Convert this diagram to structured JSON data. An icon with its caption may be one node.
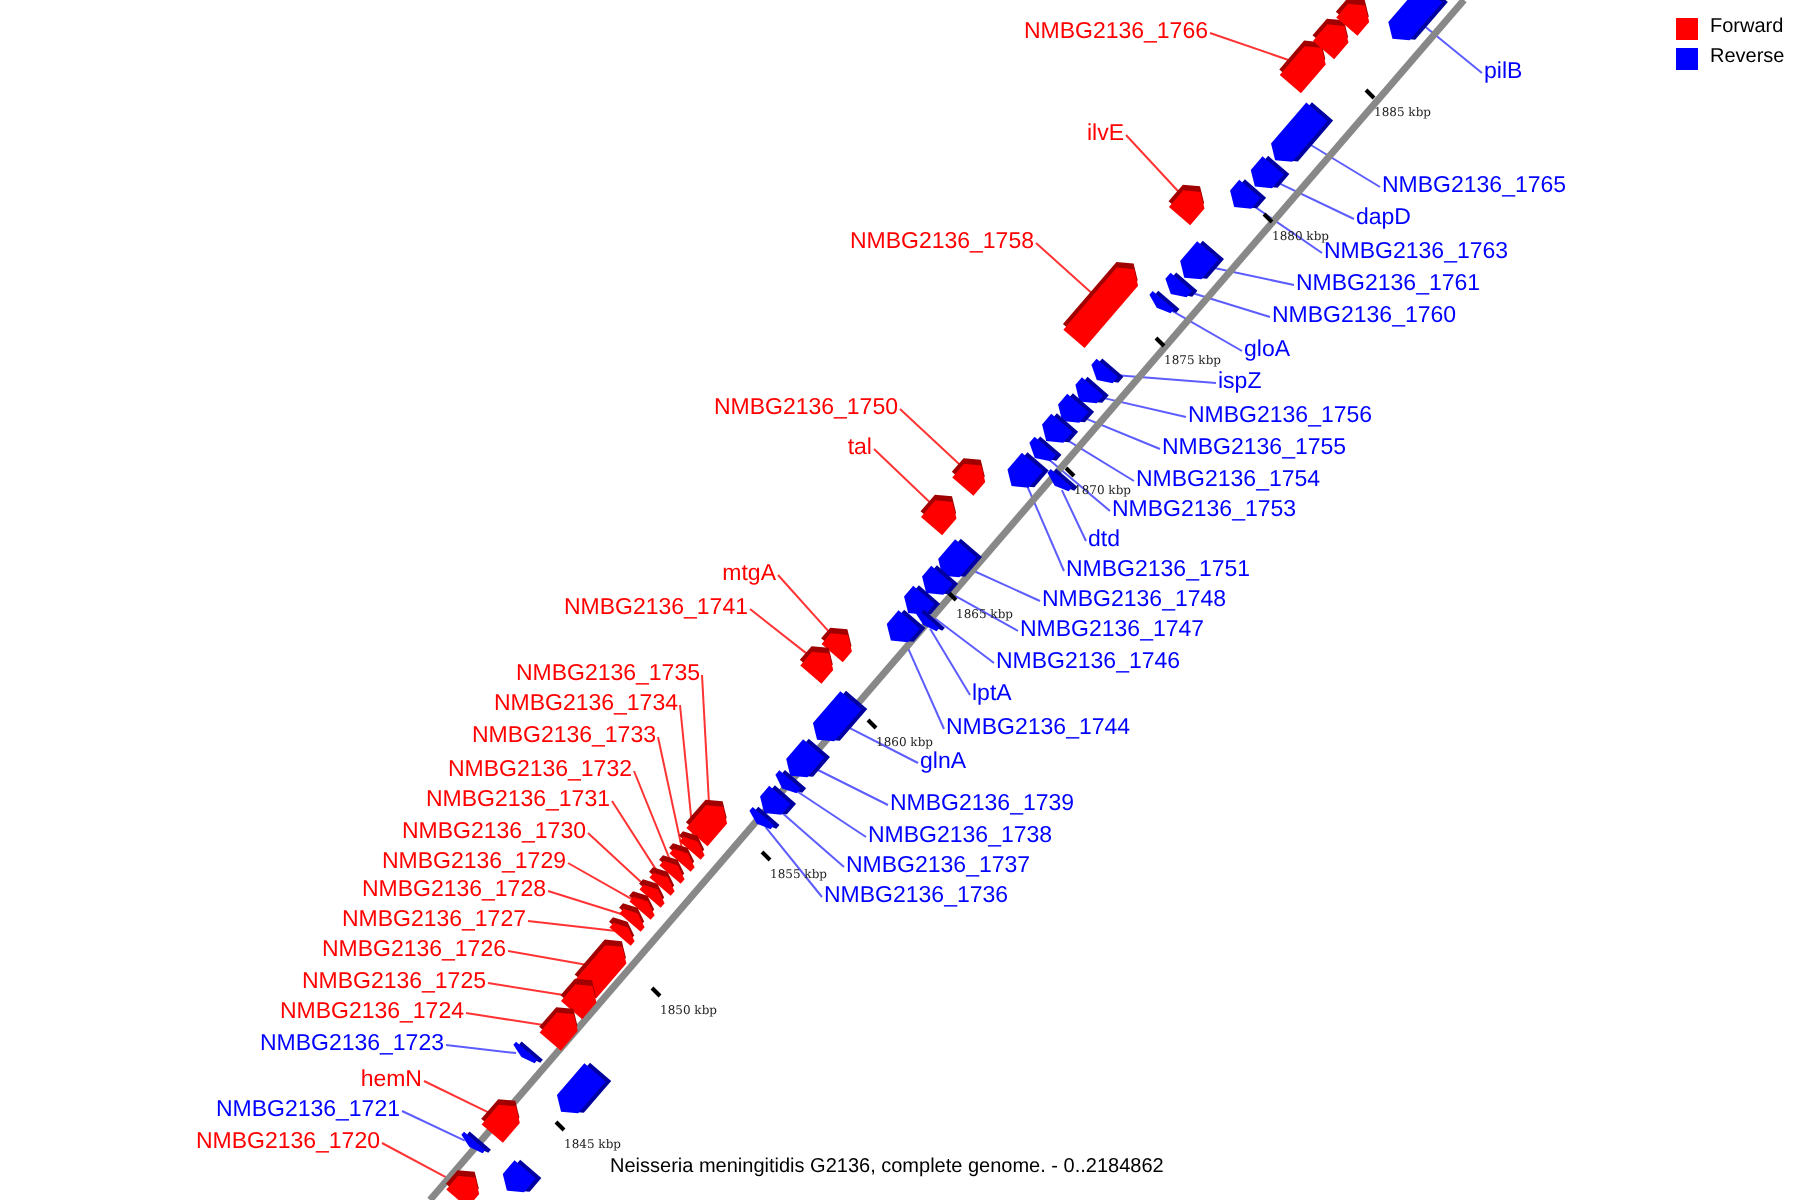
{
  "diagram": {
    "caption": "Neisseria meningitidis G2136, complete genome. - 0..2184862",
    "nodes": [
      {
        "text": [
          "pilB"
        ]
      },
      {
        "text": [],
        "shape": "pentagon"
      },
      {
        "text": [
          "NMBG2136_1766"
        ]
      },
      {
        "text": [],
        "shape": "pentagon"
      },
      {
        "text": [],
        "shape": "pentagon"
      },
      {
        "text": [],
        "shape": "pentagon"
      },
      {
        "text": [
          "ilvE"
        ]
      },
      {
        "text": [],
        "shape": "pentagon"
      },
      {
        "text": [
          "NMBG2136_1765"
        ]
      },
      {
        "text": [],
        "shape": "pentagon"
      },
      {
        "text": [
          "dapD"
        ]
      },
      {
        "text": [],
        "shape": "pentagon"
      },
      {
        "text": [
          "NMBG2136_1763"
        ]
      },
      {
        "text": [],
        "shape": "pentagon"
      },
      {
        "text": [
          "NMBG2136_1758"
        ]
      },
      {
        "text": [],
        "shape": "pentagon"
      },
      {
        "text": [
          "NMBG2136_1761"
        ]
      },
      {
        "text": [],
        "shape": "pentagon"
      },
      {
        "text": [
          "NMBG2136_1760"
        ]
      },
      {
        "text": [],
        "shape": "pentagon"
      },
      {
        "text": [
          "gloA"
        ]
      },
      {
        "text": [],
        "shape": "pentagon"
      },
      {
        "text": [
          "ispZ"
        ]
      },
      {
        "text": [],
        "shape": "pentagon"
      },
      {
        "text": [
          "NMBG2136_1756"
        ]
      },
      {
        "text": [],
        "shape": "pentagon"
      },
      {
        "text": [
          "NMBG2136_1755"
        ]
      },
      {
        "text": [],
        "shape": "pentagon"
      },
      {
        "text": [
          "NMBG2136_1754"
        ]
      },
      {
        "text": [],
        "shape": "pentagon"
      },
      {
        "text": [
          "NMBG2136_1753"
        ]
      },
      {
        "text": [],
        "shape": "pentagon"
      },
      {
        "text": [
          "NMBG2136_1750"
        ]
      },
      {
        "text": [],
        "shape": "pentagon"
      },
      {
        "text": [
          "tal"
        ]
      },
      {
        "text": [],
        "shape": "pentagon"
      },
      {
        "text": [
          "dtd"
        ]
      },
      {
        "text": [],
        "shape": "pentagon"
      },
      {
        "text": [
          "NMBG2136_1751"
        ]
      },
      {
        "text": [],
        "shape": "pentagon"
      },
      {
        "text": [
          "mtgA"
        ]
      },
      {
        "text": [],
        "shape": "pentagon"
      },
      {
        "text": [
          "NMBG2136_1741"
        ]
      },
      {
        "text": [],
        "shape": "pentagon"
      },
      {
        "text": [
          "NMBG2136_1748"
        ]
      },
      {
        "text": [],
        "shape": "pentagon"
      },
      {
        "text": [
          "NMBG2136_1747"
        ]
      },
      {
        "text": [],
        "shape": "pentagon"
      },
      {
        "text": [
          "NMBG2136_1746"
        ]
      },
      {
        "text": [],
        "shape": "pentagon"
      },
      {
        "text": [
          "lptA"
        ]
      },
      {
        "text": [],
        "shape": "pentagon"
      },
      {
        "text": [
          "NMBG2136_1744"
        ]
      },
      {
        "text": [],
        "shape": "pentagon"
      },
      {
        "text": [
          "NMBG2136_1735"
        ]
      },
      {
        "text": [],
        "shape": "pentagon"
      },
      {
        "text": [
          "NMBG2136_1734"
        ]
      },
      {
        "text": [],
        "shape": "pentagon"
      },
      {
        "text": [
          "NMBG2136_1733"
        ]
      },
      {
        "text": [],
        "shape": "pentagon"
      },
      {
        "text": [
          "NMBG2136_1732"
        ]
      },
      {
        "text": [],
        "shape": "pentagon"
      },
      {
        "text": [
          "NMBG2136_1731"
        ]
      },
      {
        "text": [],
        "shape": "pentagon"
      },
      {
        "text": [
          "NMBG2136_1730"
        ]
      },
      {
        "text": [],
        "shape": "pentagon"
      },
      {
        "text": [
          "NMBG2136_1729"
        ]
      },
      {
        "text": [],
        "shape": "pentagon"
      },
      {
        "text": [
          "NMBG2136_1728"
        ]
      },
      {
        "text": [],
        "shape": "pentagon"
      },
      {
        "text": [
          "NMBG2136_1727"
        ]
      },
      {
        "text": [],
        "shape": "pentagon"
      },
      {
        "text": [
          "glnA"
        ]
      },
      {
        "text": [],
        "shape": "pentagon"
      },
      {
        "text": [
          "NMBG2136_1739"
        ]
      },
      {
        "text": [],
        "shape": "pentagon"
      },
      {
        "text": [
          "NMBG2136_1738"
        ]
      },
      {
        "text": [],
        "shape": "pentagon"
      },
      {
        "text": [
          "NMBG2136_1737"
        ]
      },
      {
        "text": [],
        "shape": "pentagon"
      },
      {
        "text": [
          "NMBG2136_1736"
        ]
      },
      {
        "text": [],
        "shape": "pentagon"
      },
      {
        "text": [
          "NMBG2136_1726"
        ]
      },
      {
        "text": [],
        "shape": "pentagon"
      },
      {
        "text": [
          "NMBG2136_1725"
        ]
      },
      {
        "text": [],
        "shape": "pentagon"
      },
      {
        "text": [
          "NMBG2136_1724"
        ]
      },
      {
        "text": [],
        "shape": "pentagon"
      },
      {
        "text": [
          "NMBG2136_1723"
        ]
      },
      {
        "text": [],
        "shape": "pentagon"
      },
      {
        "text": [],
        "shape": "pentagon"
      },
      {
        "text": [
          "hemN"
        ]
      },
      {
        "text": [],
        "shape": "pentagon"
      },
      {
        "text": [
          "NMBG2136_1721"
        ]
      },
      {
        "text": [],
        "shape": "pentagon"
      },
      {
        "text": [
          "NMBG2136_1720"
        ]
      },
      {
        "text": [],
        "shape": "pentagon"
      },
      {
        "text": [],
        "shape": "pentagon"
      }
    ],
    "edges": [
      {
        "from": 0,
        "to": 1,
        "arrow": "none"
      },
      {
        "from": 2,
        "to": 3,
        "arrow": "none",
        "color": "#ff0000"
      },
      {
        "from": 6,
        "to": 7,
        "arrow": "none",
        "color": "#ff0000"
      },
      {
        "from": 8,
        "to": 9,
        "arrow": "none"
      },
      {
        "from": 10,
        "to": 11,
        "arrow": "none"
      },
      {
        "from": 12,
        "to": 13,
        "arrow": "none"
      },
      {
        "from": 14,
        "to": 15,
        "arrow": "none",
        "color": "#ff0000"
      },
      {
        "from": 16,
        "to": 17,
        "arrow": "none"
      },
      {
        "from": 18,
        "to": 19,
        "arrow": "none"
      },
      {
        "from": 20,
        "to": 21,
        "arrow": "none"
      },
      {
        "from": 22,
        "to": 23,
        "arrow": "none"
      },
      {
        "from": 24,
        "to": 25,
        "arrow": "none"
      },
      {
        "from": 26,
        "to": 27,
        "arrow": "none"
      },
      {
        "from": 28,
        "to": 29,
        "arrow": "none"
      },
      {
        "from": 30,
        "to": 31,
        "arrow": "none"
      },
      {
        "from": 32,
        "to": 33,
        "arrow": "none",
        "color": "#ff0000"
      },
      {
        "from": 34,
        "to": 35,
        "arrow": "none",
        "color": "#ff0000"
      },
      {
        "from": 36,
        "to": 37,
        "arrow": "none"
      },
      {
        "from": 38,
        "to": 39,
        "arrow": "none"
      },
      {
        "from": 40,
        "to": 41,
        "arrow": "none",
        "color": "#ff0000"
      },
      {
        "from": 42,
        "to": 43,
        "arrow": "none",
        "color": "#ff0000"
      },
      {
        "from": 44,
        "to": 45,
        "arrow": "none"
      },
      {
        "from": 46,
        "to": 47,
        "arrow": "none"
      },
      {
        "from": 48,
        "to": 49,
        "arrow": "none"
      },
      {
        "from": 50,
        "to": 51,
        "arrow": "none"
      },
      {
        "from": 52,
        "to": 53,
        "arrow": "none"
      },
      {
        "from": 54,
        "to": 55,
        "arrow": "none",
        "color": "#ff0000"
      },
      {
        "from": 56,
        "to": 57,
        "arrow": "none",
        "color": "#ff0000"
      },
      {
        "from": 58,
        "to": 59,
        "arrow": "none",
        "color": "#ff0000"
      },
      {
        "from": 60,
        "to": 61,
        "arrow": "none",
        "color": "#ff0000"
      },
      {
        "from": 62,
        "to": 63,
        "arrow": "none",
        "color": "#ff0000"
      },
      {
        "from": 64,
        "to": 65,
        "arrow": "none",
        "color": "#ff0000"
      },
      {
        "from": 66,
        "to": 67,
        "arrow": "none",
        "color": "#ff0000"
      },
      {
        "from": 68,
        "to": 69,
        "arrow": "none",
        "color": "#ff0000"
      },
      {
        "from": 70,
        "to": 71,
        "arrow": "none",
        "color": "#ff0000"
      },
      {
        "from": 72,
        "to": 73,
        "arrow": "none"
      },
      {
        "from": 74,
        "to": 75,
        "arrow": "none"
      },
      {
        "from": 76,
        "to": 77,
        "arrow": "none"
      },
      {
        "from": 78,
        "to": 79,
        "arrow": "none"
      },
      {
        "from": 80,
        "to": 81,
        "arrow": "none"
      },
      {
        "from": 82,
        "to": 83,
        "arrow": "none",
        "color": "#ff0000"
      },
      {
        "from": 84,
        "to": 85,
        "arrow": "none",
        "color": "#ff0000"
      },
      {
        "from": 86,
        "to": 87,
        "arrow": "none",
        "color": "#ff0000"
      },
      {
        "from": 88,
        "to": 89,
        "arrow": "none"
      },
      {
        "from": 91,
        "to": 92,
        "arrow": "none",
        "color": "#ff0000"
      },
      {
        "from": 93,
        "to": 94,
        "arrow": "none"
      },
      {
        "from": 95,
        "to": 96,
        "arrow": "none",
        "color": "#ff0000"
      }
    ],
    "labels": [
      "1885 kbp",
      "1880 kbp",
      "1875 kbp",
      "1870 kbp",
      "1865 kbp",
      "1860 kbp",
      "1855 kbp",
      "1850 kbp",
      "1845 kbp"
    ],
    "legend": [
      {
        "text": "Forward",
        "color": "#ff0000"
      },
      {
        "text": "Reverse",
        "color": "#0000ff"
      }
    ]
  }
}
